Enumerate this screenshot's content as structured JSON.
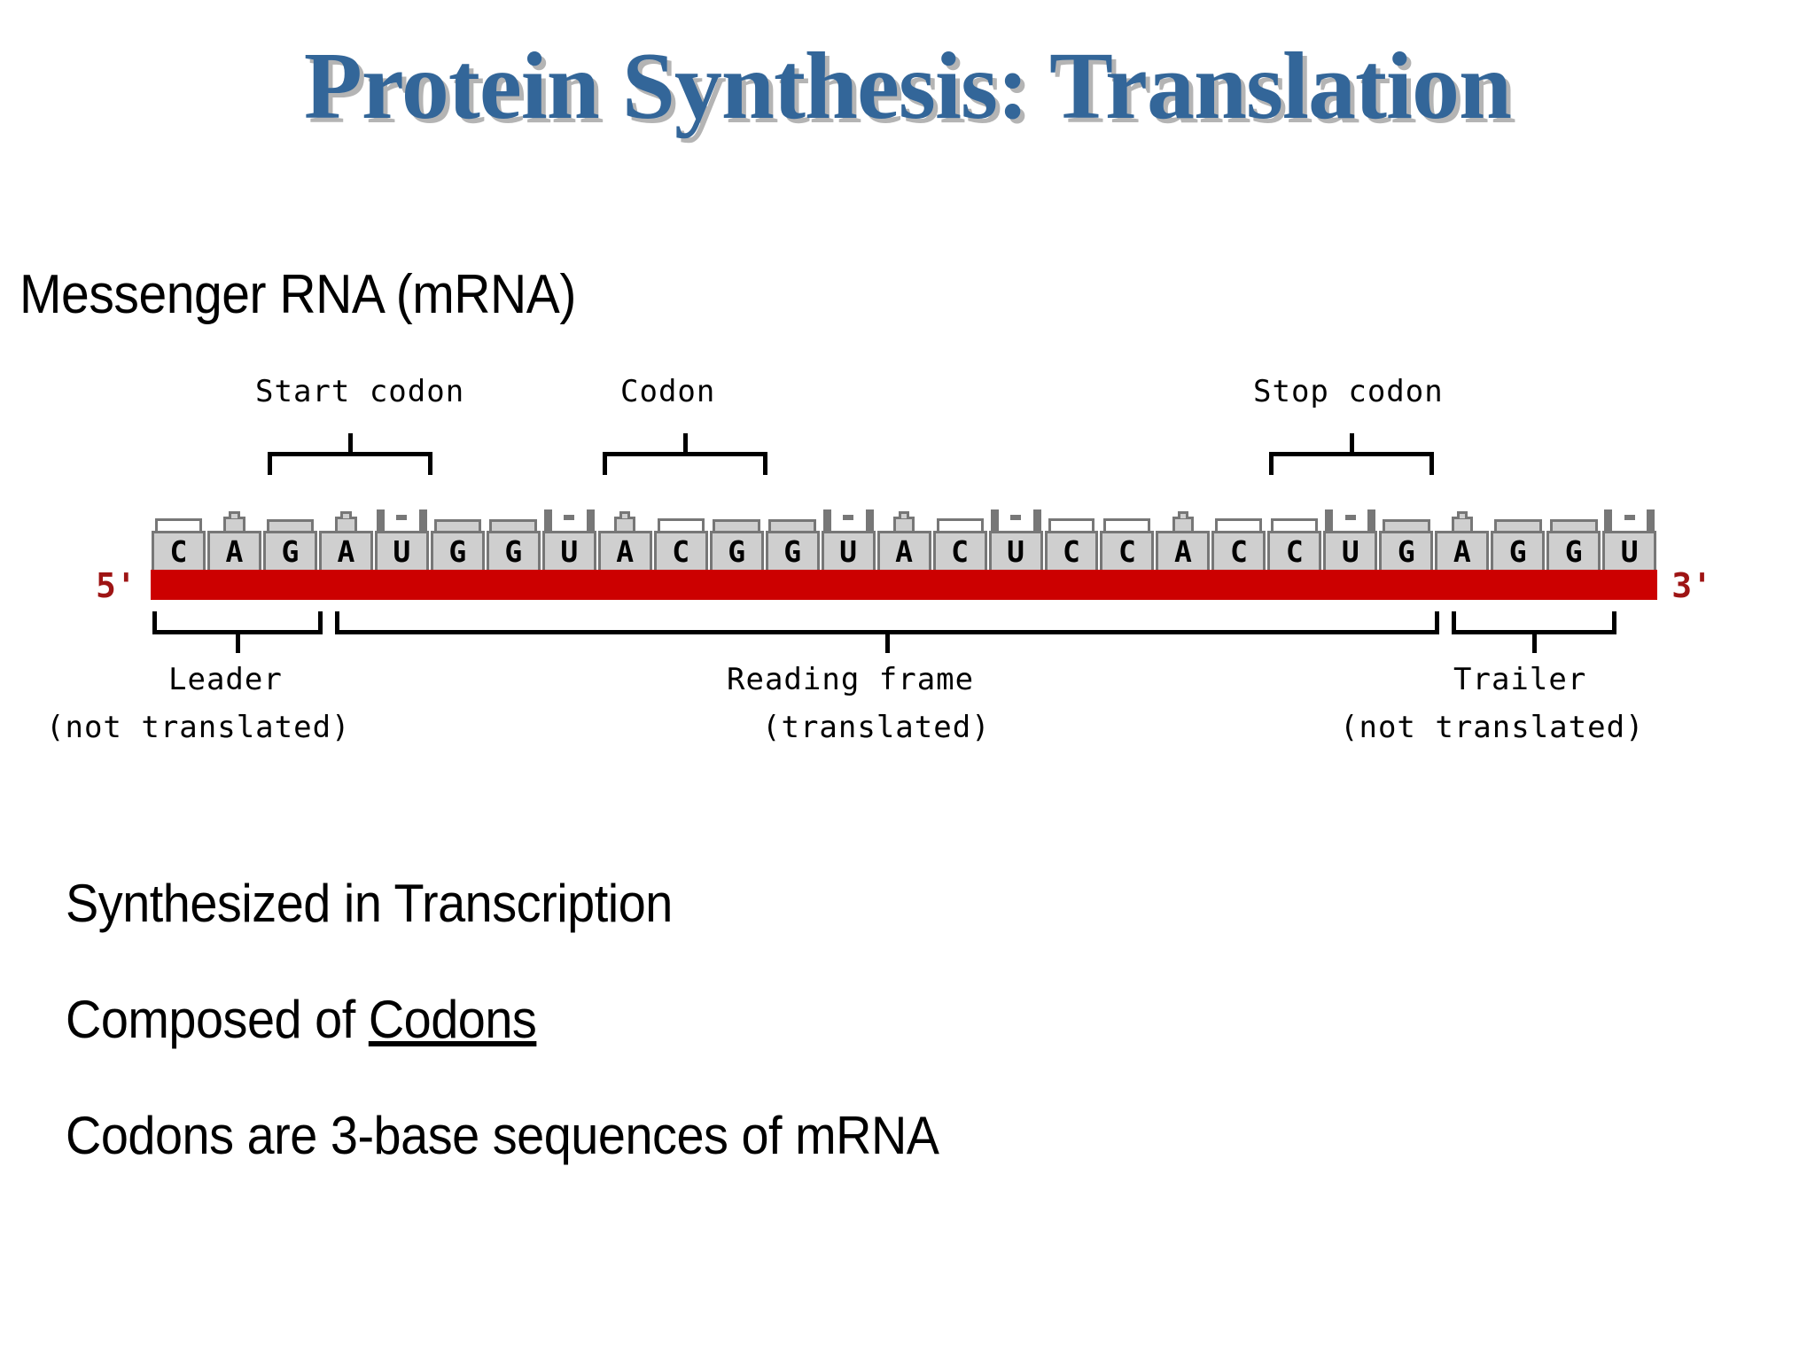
{
  "slide": {
    "title": "Protein Synthesis: Translation",
    "heading": "Messenger RNA (mRNA)",
    "title_color": "#336699",
    "title_shadow_color": "#b4b4b4"
  },
  "diagram": {
    "name": "mrna-strand-diagram",
    "backbone_color": "#cc0000",
    "base_block_color": "#cfcfcf",
    "base_outline_color": "#777777",
    "end_label_color": "#9e1414",
    "five_prime": "5'",
    "three_prime": "3'",
    "sequence": "CAGAUGGUACGGUACUCCACCUGAGGU",
    "bases": [
      "C",
      "A",
      "G",
      "A",
      "U",
      "G",
      "G",
      "U",
      "A",
      "C",
      "G",
      "G",
      "U",
      "A",
      "C",
      "U",
      "C",
      "C",
      "A",
      "C",
      "C",
      "U",
      "G",
      "A",
      "G",
      "G",
      "U"
    ],
    "top_brackets": [
      {
        "label": "Start codon",
        "start_index": 3,
        "end_index": 5,
        "codon": "AUG"
      },
      {
        "label": "Codon",
        "start_index": 9,
        "end_index": 11,
        "codon": "CGG"
      },
      {
        "label": "Stop codon",
        "start_index": 21,
        "end_index": 23,
        "codon": "UGA"
      }
    ],
    "bottom_brackets": [
      {
        "label": "Leader",
        "sublabel": "(not translated)",
        "start_index": 0,
        "end_index": 2
      },
      {
        "label": "Reading frame",
        "sublabel": "(translated)",
        "start_index": 3,
        "end_index": 23
      },
      {
        "label": "Trailer",
        "sublabel": "(not translated)",
        "start_index": 24,
        "end_index": 26
      }
    ]
  },
  "bullets": [
    {
      "text": "Synthesized in Transcription",
      "underline": ""
    },
    {
      "text": "Composed of ",
      "underline": "Codons"
    },
    {
      "text": "Codons are 3-base sequences of mRNA",
      "underline": ""
    }
  ]
}
